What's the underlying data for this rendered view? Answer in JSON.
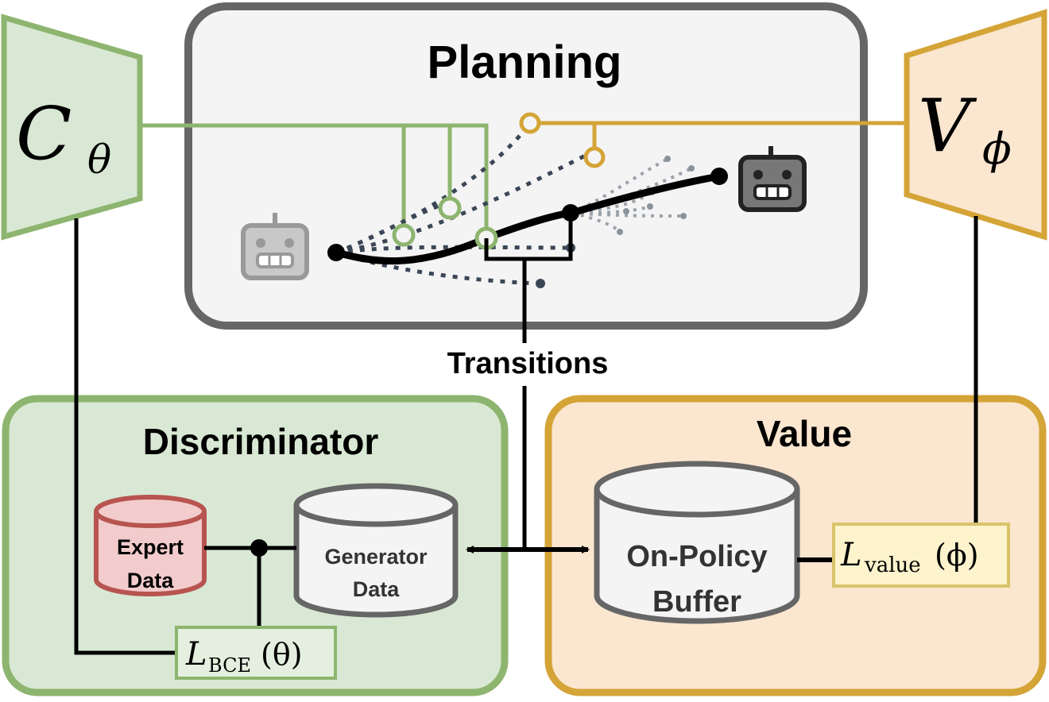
{
  "planning": {
    "title": "Planning"
  },
  "discriminator": {
    "title": "Discriminator",
    "expert_line1": "Expert",
    "expert_line2": "Data",
    "generator_line1": "Generator",
    "generator_line2": "Data",
    "loss_script": "L",
    "loss_sub": "BCE",
    "loss_arg": "(θ)"
  },
  "value": {
    "title": "Value",
    "buffer_line1": "On-Policy",
    "buffer_line2": "Buffer",
    "loss_script": "L",
    "loss_sub": "value",
    "loss_arg": "(ϕ)"
  },
  "critic": {
    "symbol": "C",
    "sub": "θ"
  },
  "value_fn": {
    "symbol": "V",
    "sub": "ϕ"
  },
  "transitions": {
    "label": "Transitions"
  },
  "colors": {
    "green_stroke": "#8db56f",
    "green_fill": "#d9e8d4",
    "orange_stroke": "#d4a437",
    "orange_fill": "#fbe6cf",
    "gray_stroke": "#666666",
    "gray_fill": "#f4f4f4",
    "expert_stroke": "#b85450",
    "expert_fill": "#f2cccc",
    "path_dark": "#3b4656"
  }
}
